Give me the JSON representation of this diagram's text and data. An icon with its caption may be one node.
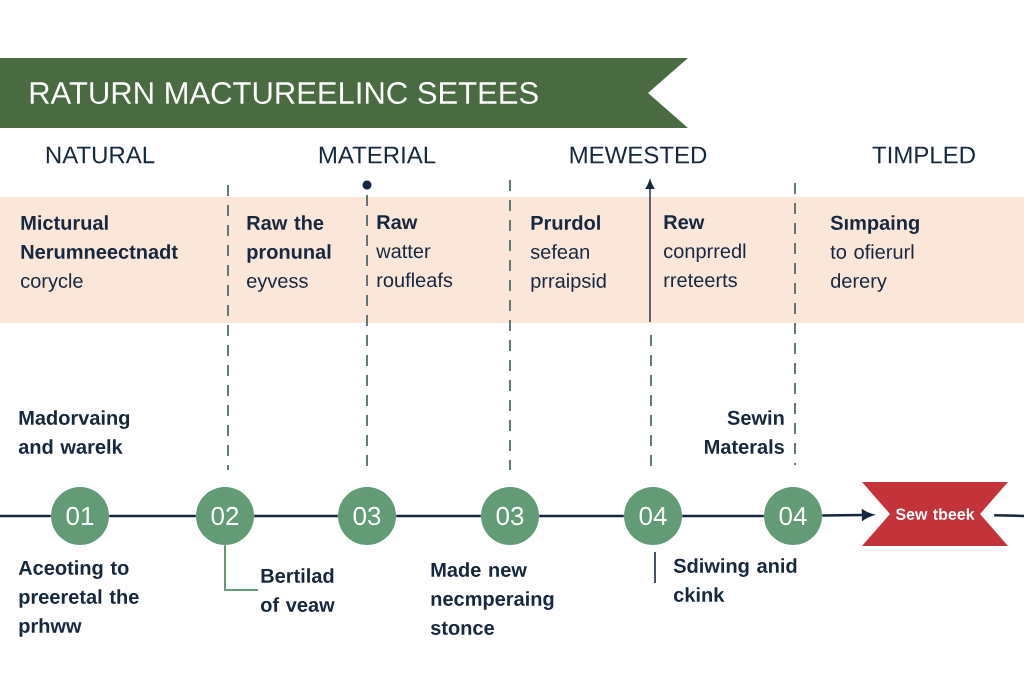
{
  "diagram": {
    "title": "RATURN MACTUREELINC SETEES",
    "nodes": [
      {
        "text": [
          "**Micturual Nerumneectnadt** corycle",
          "**Raw the pronunal** eyvess",
          "**Raw** watter roufleafs",
          "**Prurdol** sefean prraipsid",
          "**Rew** conprredl rreteerts",
          "**Sımpaing** to ofierurl derery"
        ]
      },
      {
        "text": [
          "01"
        ]
      },
      {
        "text": [
          "02"
        ]
      },
      {
        "text": [
          "03"
        ]
      },
      {
        "text": [
          "03"
        ]
      },
      {
        "text": [
          "04"
        ]
      },
      {
        "text": [
          "04"
        ]
      },
      {
        "text": [
          "Sew tbeek"
        ]
      },
      {
        "text": [
          "Bertilad of veaw"
        ]
      }
    ],
    "edges": [
      {
        "from": null,
        "to": 1,
        "arrow": "none"
      },
      {
        "from": 1,
        "to": 2,
        "arrow": "none"
      },
      {
        "from": 2,
        "to": 3,
        "arrow": "none"
      },
      {
        "from": 3,
        "to": 4,
        "arrow": "none"
      },
      {
        "from": 4,
        "to": 5,
        "arrow": "none"
      },
      {
        "from": 5,
        "to": 6,
        "arrow": "none"
      },
      {
        "from": 6,
        "to": 7,
        "arrow": "to"
      },
      {
        "from": 7,
        "to": null,
        "arrow": "none"
      },
      {
        "from": 8,
        "to": 2,
        "arrow": "none",
        "color": "#629b75"
      }
    ],
    "labels": [
      "NATURAL",
      "MATERIAL",
      "MEWESTED",
      "TIMPLED",
      "Madorvaing and warelk",
      "Sewin Materals",
      "Aceoting to preeretal the prhww",
      "Made new necmperaing stonce",
      "Sdiwing anid ckink"
    ]
  }
}
